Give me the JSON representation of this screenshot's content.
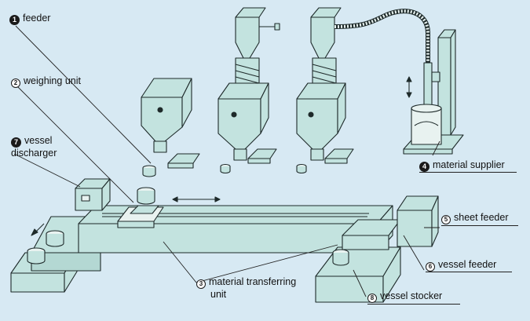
{
  "labels": {
    "feeder": {
      "num": "1",
      "text": "feeder"
    },
    "weighing_unit": {
      "num": "2",
      "text": "weighing unit"
    },
    "vessel_discharger": {
      "num": "7",
      "line1": "vessel",
      "line2": "discharger"
    },
    "material_supplier": {
      "num": "4",
      "text": "material supplier"
    },
    "sheet_feeder": {
      "num": "5",
      "text": "sheet feeder"
    },
    "vessel_feeder": {
      "num": "6",
      "text": "vessel feeder"
    },
    "material_transferring_unit": {
      "num": "3",
      "line1": "material transferring",
      "line2": "unit"
    },
    "vessel_stocker": {
      "num": "8",
      "text": "vessel stocker"
    }
  },
  "colors": {
    "background": "#d7e9f3",
    "machine_fill": "#c3e3df",
    "outline": "#1e2a2a"
  }
}
